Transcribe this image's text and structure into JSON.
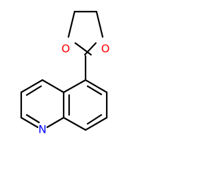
{
  "molecule": {
    "atoms": {
      "oxygen_left": {
        "label": "O",
        "color": "#ff0000"
      },
      "oxygen_right": {
        "label": "O",
        "color": "#ff0000"
      },
      "nitrogen": {
        "label": "N",
        "color": "#0000ff"
      }
    },
    "bond_color": "#000000"
  }
}
